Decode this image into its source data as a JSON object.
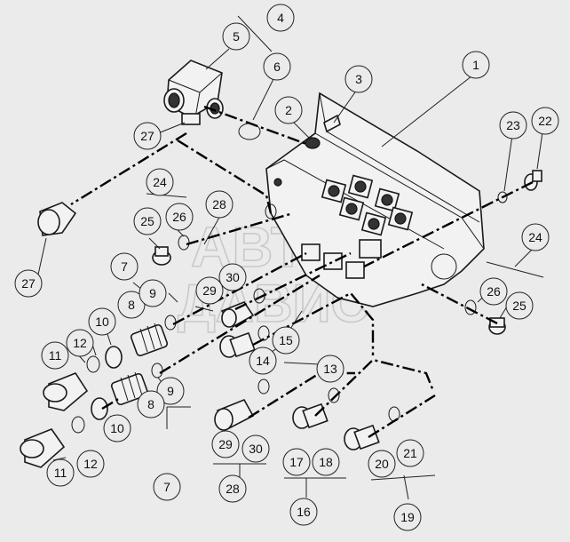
{
  "callouts": [
    {
      "id": "c1",
      "text": "1"
    },
    {
      "id": "c2",
      "text": "2"
    },
    {
      "id": "c3",
      "text": "3"
    },
    {
      "id": "c4",
      "text": "4"
    },
    {
      "id": "c5",
      "text": "5"
    },
    {
      "id": "c6",
      "text": "6"
    },
    {
      "id": "c27a",
      "text": "27"
    },
    {
      "id": "c27b",
      "text": "27"
    },
    {
      "id": "c24a",
      "text": "24"
    },
    {
      "id": "c25a",
      "text": "25"
    },
    {
      "id": "c26a",
      "text": "26"
    },
    {
      "id": "c28a",
      "text": "28"
    },
    {
      "id": "c7a",
      "text": "7"
    },
    {
      "id": "c8a",
      "text": "8"
    },
    {
      "id": "c9a",
      "text": "9"
    },
    {
      "id": "c29a",
      "text": "29"
    },
    {
      "id": "c30a",
      "text": "30"
    },
    {
      "id": "c10a",
      "text": "10"
    },
    {
      "id": "c11a",
      "text": "11"
    },
    {
      "id": "c12a",
      "text": "12"
    },
    {
      "id": "c15",
      "text": "15"
    },
    {
      "id": "c14",
      "text": "14"
    },
    {
      "id": "c13",
      "text": "13"
    },
    {
      "id": "c9b",
      "text": "9"
    },
    {
      "id": "c8b",
      "text": "8"
    },
    {
      "id": "c10b",
      "text": "10"
    },
    {
      "id": "c11b",
      "text": "11"
    },
    {
      "id": "c12b",
      "text": "12"
    },
    {
      "id": "c7b",
      "text": "7"
    },
    {
      "id": "c29b",
      "text": "29"
    },
    {
      "id": "c30b",
      "text": "30"
    },
    {
      "id": "c28b",
      "text": "28"
    },
    {
      "id": "c17",
      "text": "17"
    },
    {
      "id": "c18",
      "text": "18"
    },
    {
      "id": "c16",
      "text": "16"
    },
    {
      "id": "c20",
      "text": "20"
    },
    {
      "id": "c21",
      "text": "21"
    },
    {
      "id": "c19",
      "text": "19"
    },
    {
      "id": "c23",
      "text": "23"
    },
    {
      "id": "c22",
      "text": "22"
    },
    {
      "id": "c24b",
      "text": "24"
    },
    {
      "id": "c26b",
      "text": "26"
    },
    {
      "id": "c25b",
      "text": "25"
    }
  ],
  "watermark": {
    "line1": "АВТО",
    "line2": "ДАВИС"
  },
  "colors": {
    "background": "#ebebeb",
    "ink": "#1a1a1a",
    "watermark": "#c9c9c9"
  }
}
